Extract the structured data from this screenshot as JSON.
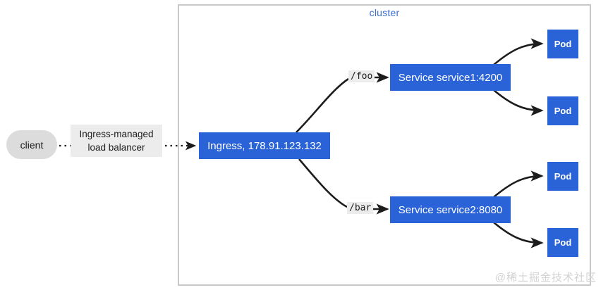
{
  "diagram": {
    "type": "kubernetes-ingress-flow",
    "cluster_label": "cluster",
    "watermark": "@稀土掘金技术社区",
    "colors": {
      "node_blue": "#2a63d8",
      "cluster_border": "#c9c9c9",
      "cluster_title": "#3b6fd4",
      "client_fill": "#dcdcdc",
      "label_fill": "#ececec",
      "edge_stroke": "#1c1c1c",
      "watermark": "#d2d2d2"
    },
    "client": {
      "label": "client"
    },
    "load_balancer_label": {
      "line1": "Ingress-managed",
      "line2": "load balancer"
    },
    "ingress": {
      "label": "Ingress, 178.91.123.132"
    },
    "routes": [
      {
        "path_label": "/foo",
        "service": "Service service1:4200"
      },
      {
        "path_label": "/bar",
        "service": "Service service2:8080"
      }
    ],
    "services": [
      {
        "label": "Service service1:4200",
        "pods": [
          {
            "label": "Pod"
          },
          {
            "label": "Pod"
          }
        ]
      },
      {
        "label": "Service service2:8080",
        "pods": [
          {
            "label": "Pod"
          },
          {
            "label": "Pod"
          }
        ]
      }
    ],
    "pods": [
      {
        "label": "Pod"
      },
      {
        "label": "Pod"
      },
      {
        "label": "Pod"
      },
      {
        "label": "Pod"
      }
    ]
  }
}
